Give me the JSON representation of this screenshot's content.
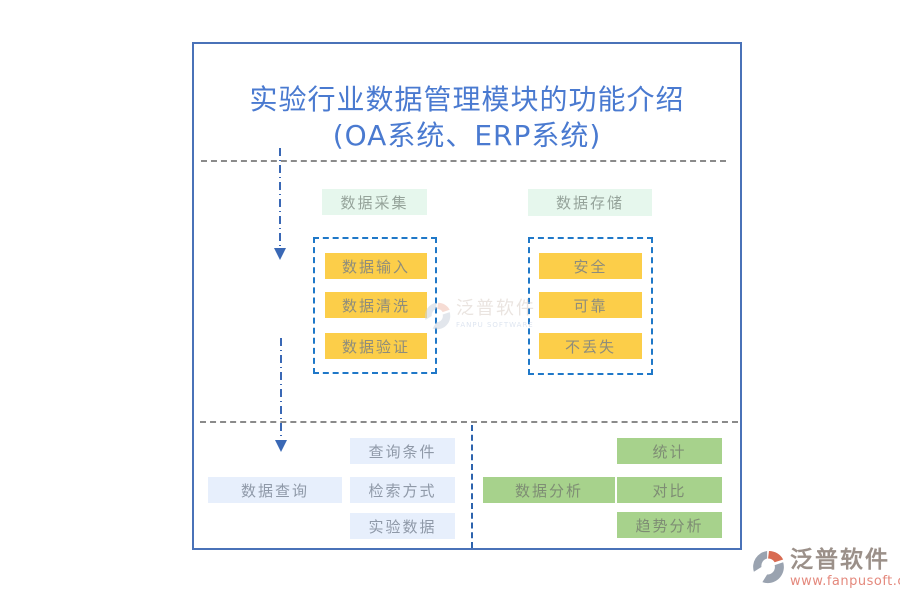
{
  "title": {
    "line1": "实验行业数据管理模块的功能介绍",
    "line2": "(OA系统、ERP系统)"
  },
  "sections": {
    "collection": {
      "header": "数据采集",
      "items": [
        "数据输入",
        "数据清洗",
        "数据验证"
      ]
    },
    "storage": {
      "header": "数据存储",
      "items": [
        "安全",
        "可靠",
        "不丢失"
      ]
    },
    "query": {
      "header": "数据查询",
      "items": [
        "查询条件",
        "检索方式",
        "实验数据"
      ]
    },
    "analysis": {
      "header": "数据分析",
      "items": [
        "统计",
        "对比",
        "趋势分析"
      ]
    }
  },
  "watermark": {
    "name": "泛普软件",
    "subtitle": "FANPU SOFTWARE"
  },
  "brand": {
    "name": "泛普软件",
    "url": "www.fanpusoft.com"
  },
  "colors": {
    "frame_border": "#4a72b8",
    "title_blue": "#4a7ad0",
    "button_yellow": "#fcce49",
    "header_mint": "#e6f7ed",
    "query_light_blue": "#e7effc",
    "analysis_green": "#a7d28c",
    "dashed_group_blue": "#1f78c8",
    "arrow_blue": "#3a68b5",
    "divider_gray": "#8a8a8a",
    "logo_red": "#d86b52",
    "logo_gray": "#9aa3b0",
    "brand_url_red": "#e4897d"
  }
}
